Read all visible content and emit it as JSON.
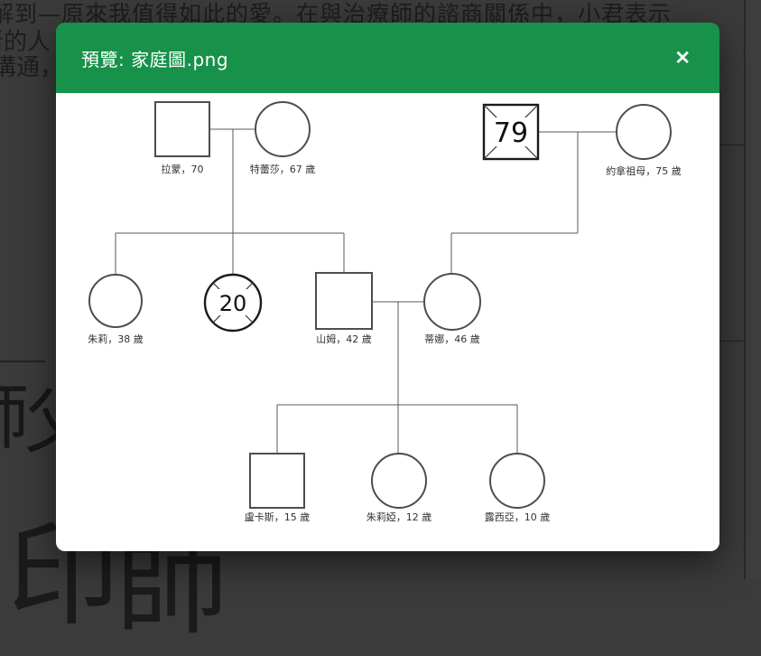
{
  "background": {
    "top_line": "解到—原來我值得如此的愛。在與治療師的諮商關係中，小君表示",
    "left_fragment_1": "新的人",
    "left_fragment_2": "溝通，",
    "big_fragment_1": "師",
    "big_fragment_2": "父",
    "big_fragment_3": "印",
    "big_fragment_4": "師"
  },
  "modal": {
    "title": "預覽: 家庭圖.png",
    "close_icon": "✕",
    "header_color": "#18914a"
  },
  "diagram": {
    "persons": [
      {
        "label": "拉蒙，70"
      },
      {
        "label": "特蕾莎，67 歲"
      },
      {
        "death_age": "79"
      },
      {
        "label": "約拿祖母，75 歲"
      },
      {
        "label": "朱莉，38 歲"
      },
      {
        "death_age": "20"
      },
      {
        "label": "山姆，42 歲"
      },
      {
        "label": "蒂娜，46 歲"
      },
      {
        "label": "盧卡斯，15 歲"
      },
      {
        "label": "朱莉婭，12 歲"
      },
      {
        "label": "露西亞，10 歲"
      }
    ]
  }
}
